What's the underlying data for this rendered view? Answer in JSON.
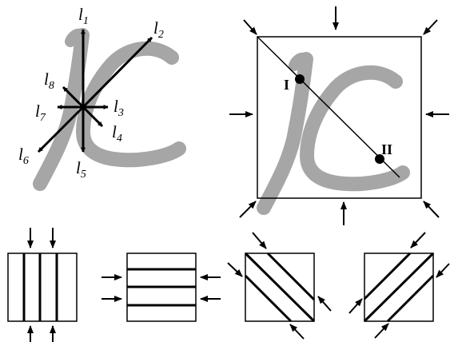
{
  "top_left": {
    "lines": [
      {
        "id": "l1",
        "base": "l",
        "sub": "1"
      },
      {
        "id": "l2",
        "base": "l",
        "sub": "2"
      },
      {
        "id": "l3",
        "base": "l",
        "sub": "3"
      },
      {
        "id": "l4",
        "base": "l",
        "sub": "4"
      },
      {
        "id": "l5",
        "base": "l",
        "sub": "5"
      },
      {
        "id": "l6",
        "base": "l",
        "sub": "6"
      },
      {
        "id": "l7",
        "base": "l",
        "sub": "7"
      },
      {
        "id": "l8",
        "base": "l",
        "sub": "8"
      }
    ]
  },
  "top_right": {
    "points": [
      {
        "id": "p1",
        "label": "I"
      },
      {
        "id": "p2",
        "label": "II"
      }
    ]
  },
  "colors": {
    "glyph": "#a6a6a6",
    "ink": "#000000"
  },
  "icons": [
    "arrow-icon",
    "point-icon"
  ]
}
